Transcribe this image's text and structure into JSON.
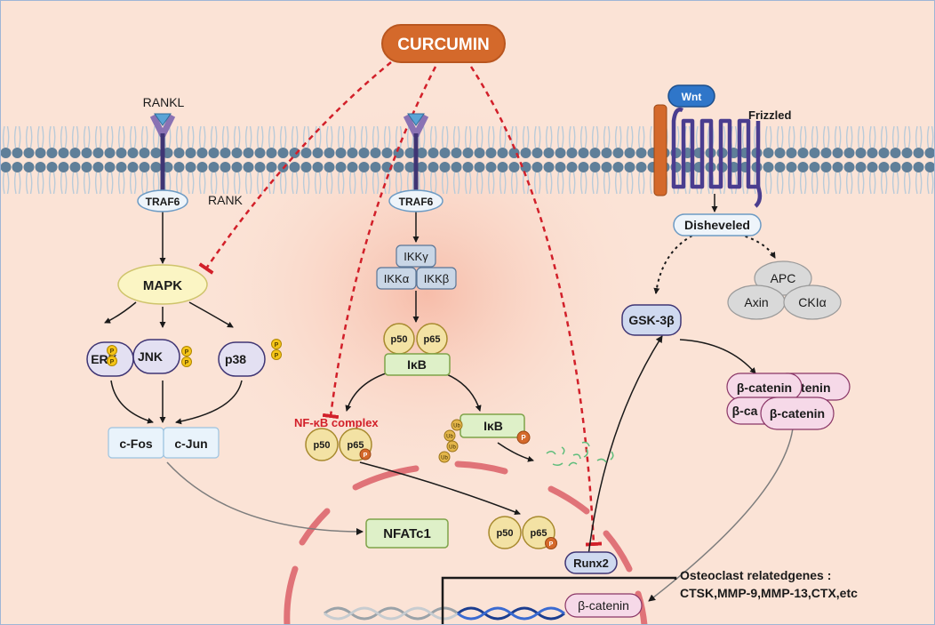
{
  "title": "CURCUMIN",
  "receptors": {
    "ligand_left": "RANKL",
    "receptor_left": "RANK",
    "wnt": "Wnt",
    "frizzled": "Frizzled"
  },
  "mapk_branch": {
    "traf6": "TRAF6",
    "mapk": "MAPK",
    "erk": "ERK",
    "jnk": "JNK",
    "p38": "p38",
    "cfos": "c-Fos",
    "cjun": "c-Jun",
    "p_badge": "P"
  },
  "nfkb_branch": {
    "traf6": "TRAF6",
    "ikk_gamma": "IKKγ",
    "ikk_alpha": "IKKα",
    "ikk_beta": "IKKβ",
    "p50": "p50",
    "p65": "p65",
    "ikb": "IκB",
    "complex_label": "NF-κB complex",
    "ub": "Ub",
    "p_badge": "P"
  },
  "wnt_branch": {
    "disheveled": "Disheveled",
    "apc": "APC",
    "axin": "Axin",
    "ckia": "CKIα",
    "gsk3b": "GSK-3β",
    "beta_catenin": "β-catenin",
    "beta_catenin_partial_1": "catenin",
    "beta_catenin_partial_2": "β-ca"
  },
  "nucleus": {
    "nfatc1": "NFATc1",
    "p50": "p50",
    "p65": "p65",
    "p_badge": "P",
    "runx2": "Runx2",
    "beta_catenin": "β-catenin",
    "genes_title": "Osteoclast relatedgenes :",
    "genes_list": "CTSK,MMP-9,MMP-13,CTX,etc"
  },
  "colors": {
    "background": "#fbe3d6",
    "membrane_head": "#5f7f99",
    "inhibition": "#d2202a",
    "curcumin": "#d4692b",
    "receptor": "#8a72b4",
    "nucleus": "#e07378",
    "p_badge": "#f5c518",
    "beta_catenin": "#f6d9e8"
  }
}
